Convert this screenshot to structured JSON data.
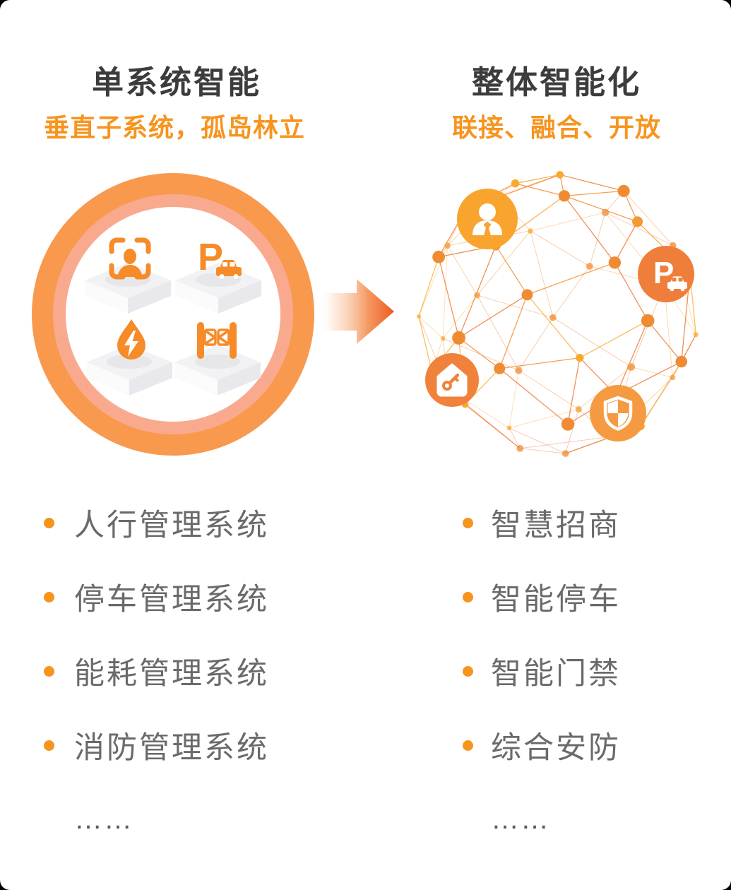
{
  "left": {
    "title": "单系统智能",
    "subtitle": "垂直子系统，孤岛林立",
    "items": [
      "人行管理系统",
      "停车管理系统",
      "能耗管理系统",
      "消防管理系统"
    ],
    "ellipsis": "……",
    "icons": [
      "face-recognition",
      "parking",
      "energy-drop",
      "gate"
    ]
  },
  "right": {
    "title": "整体智能化",
    "subtitle": "联接、融合、开放",
    "items": [
      "智慧招商",
      "智能停车",
      "智能门禁",
      "综合安防"
    ],
    "ellipsis": "……",
    "badges": [
      "business-person",
      "parking",
      "home-access",
      "security-shield"
    ]
  },
  "parking_letter": "P",
  "colors": {
    "accent": "#F7941E",
    "title_text": "#3C3C3C",
    "list_text": "#6A6A6A",
    "ellipsis_text": "#5A5A5A",
    "ring_outer": "#F8994E",
    "ring_inner": "#F9AA8E",
    "slab_top": "#F2F2F5",
    "slab_front_left": "#FBFBFC",
    "slab_front_right": "#E9E9ED",
    "icon_orange": "#F68B28",
    "arrow_tip": "#ED5B20",
    "badge_person": "#F9A42F",
    "badge_parking": "#EF7E3B",
    "badge_home": "#F0823C",
    "badge_shield": "#F59A40",
    "mesh_line_colors": [
      "#FBB242",
      "#F9A439",
      "#F39036",
      "#EF7F3C"
    ],
    "mesh_dot_colors": [
      "#F9A92E",
      "#F39A31",
      "#EF8C33"
    ]
  }
}
